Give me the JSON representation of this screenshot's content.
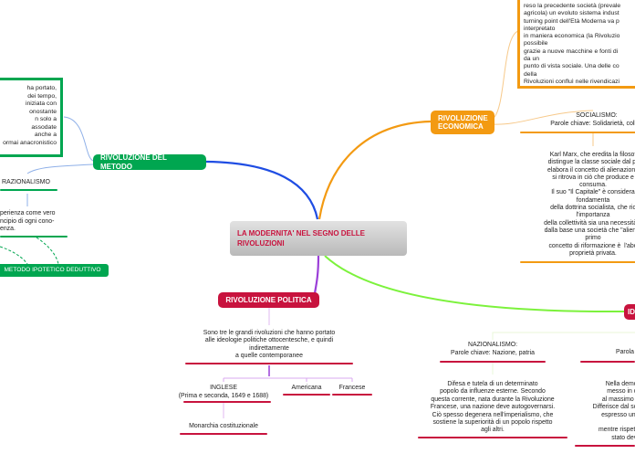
{
  "central": {
    "title": "LA MODERNITA' NEL SEGNO DELLE RIVOLUZIONI"
  },
  "economica": {
    "label": "RIVOLUZIONE ECONOMICA",
    "intro": "reso la precedente società (prevale\nagricola) un evoluto sistema indust\nturning point dell'Età Moderna va p\ninterpretato\nin maniera economica (la Rivoluzio\npossibile\ngrazie a nuove macchine e fonti di\nda un\npunto di vista sociale. Una delle co\ndella\nRivoluzioni confluì nelle rivendicazi",
    "socialismo_title": "SOCIALISMO:\nParole chiave: Solidarietà, collett",
    "socialismo_text": "Karl Marx, che eredita la filosof\ndistingue la classe sociale dal pr\nelabora il concetto di alienazione\nsi ritrova in ciò che produce e\nconsuma.\nIl suo \"Il Capitale\" è considera\nfondamenta\ndella dottrina socialista, che ric\nl'importanza\ndella collettività sia una necessità d\ndalla base una società che \"aliena\"\nprimo\nconcetto di riformazione è  l'abo\nproprietà privata."
  },
  "metodo": {
    "label": "RIVOLUZIONE DEL METODO",
    "box_text": "ha portato,\ndei tempo,\niniziata con\nonostante\nn solo a\nassodate\nanche a\normai anacronistico",
    "razionalismo": "RAZIONALISMO",
    "razionalismo_text": "perienza come vero\nncipio di ogni cono-\nenza.",
    "ipotetico": "METODO IPOTETICO DEDUTTIVO"
  },
  "politica": {
    "label": "RIVOLUZIONE POLITICA",
    "text": "Sono tre le grandi rivoluzioni che hanno portato\nalle ideologie politiche ottocentesche, e quindi\nindirettamente\na quelle contemporanee",
    "inglese": "INGLESE\n(Prima e seconda, 1649 e 1688)",
    "americana": "Americana",
    "francese": "Francese",
    "monarchia": "Monarchia costituzionale"
  },
  "ideologie": {
    "label_partial": "ID",
    "nazionalismo_title": "NAZIONALISMO:\nParole chiave: Nazione, patria",
    "nazionalismo_text": "Difesa e tutela di un determinato\npopolo da influenze esterne. Secondo\nquesta corrente, nata durante la Rivoluzione\nFrancese, una nazione deve autogovernarsi.\nCiò spesso degenera nell'imperialismo, che\nsostiene la superiorità di un popolo rispetto\nagli altri.",
    "democrazia_title": "Parola",
    "democrazia_text": "Nella democ\nmesso in co\nal massimo le\nDifferisce dal soc\nespresso un c\n\nmentre rispetto\nstato deve"
  },
  "colors": {
    "central": "#c9c9c9",
    "economica": "#f39a12",
    "metodo": "#00a650",
    "politica": "#c8133e",
    "ideologie": "#7cf23c",
    "blue_branch": "#1f4de3",
    "purple": "#9b3fd8",
    "thin_blue": "#8fb0e8"
  }
}
